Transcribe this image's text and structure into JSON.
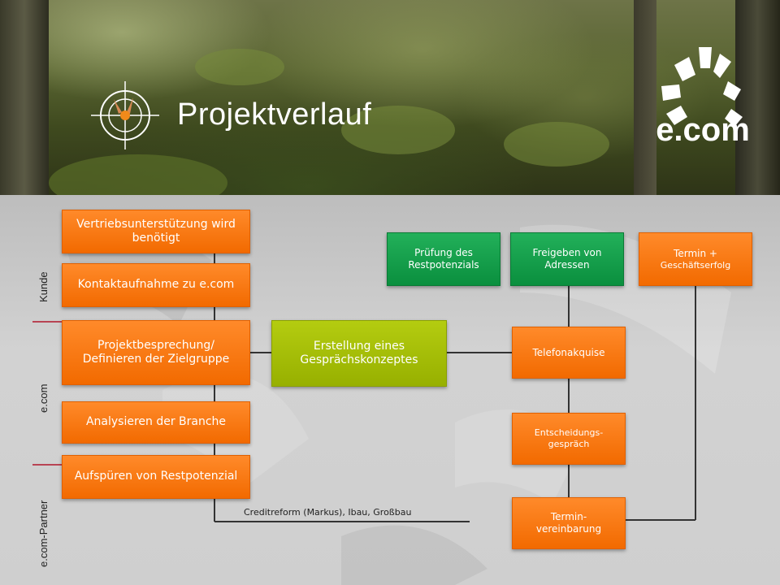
{
  "header": {
    "title": "Projektverlauf",
    "logo_text": "e.com"
  },
  "lanes": {
    "kunde": "Kunde",
    "ecom": "e.com",
    "partner": "e.com-Partner"
  },
  "steps": {
    "vertrieb": "Vertriebsunterstützung wird benötigt",
    "kontakt": "Kontaktaufnahme zu e.com",
    "projekt": "Projektbesprechung/ Definieren der Zielgruppe",
    "analyse": "Analysieren der Branche",
    "aufspueren": "Aufspüren von Restpotenzial",
    "konzept": "Erstellung eines Gesprächskonzeptes",
    "pruefung": "Prüfung des Restpotenzials",
    "freigeben": "Freigeben von Adressen",
    "termin_erfolg_1": "Termin +",
    "termin_erfolg_2": "Geschäftserfolg",
    "telefon": "Telefonakquise",
    "entscheidung": "Entscheidungs- gespräch",
    "terminvereinbarung": "Termin- vereinbarung"
  },
  "note": "Creditreform (Markus), Ibau, Großbau",
  "colors": {
    "orange": "#f26a00",
    "green": "#0a8f3e",
    "lime": "#97b000",
    "line": "#333333",
    "lane_divider": "#b0162a"
  }
}
